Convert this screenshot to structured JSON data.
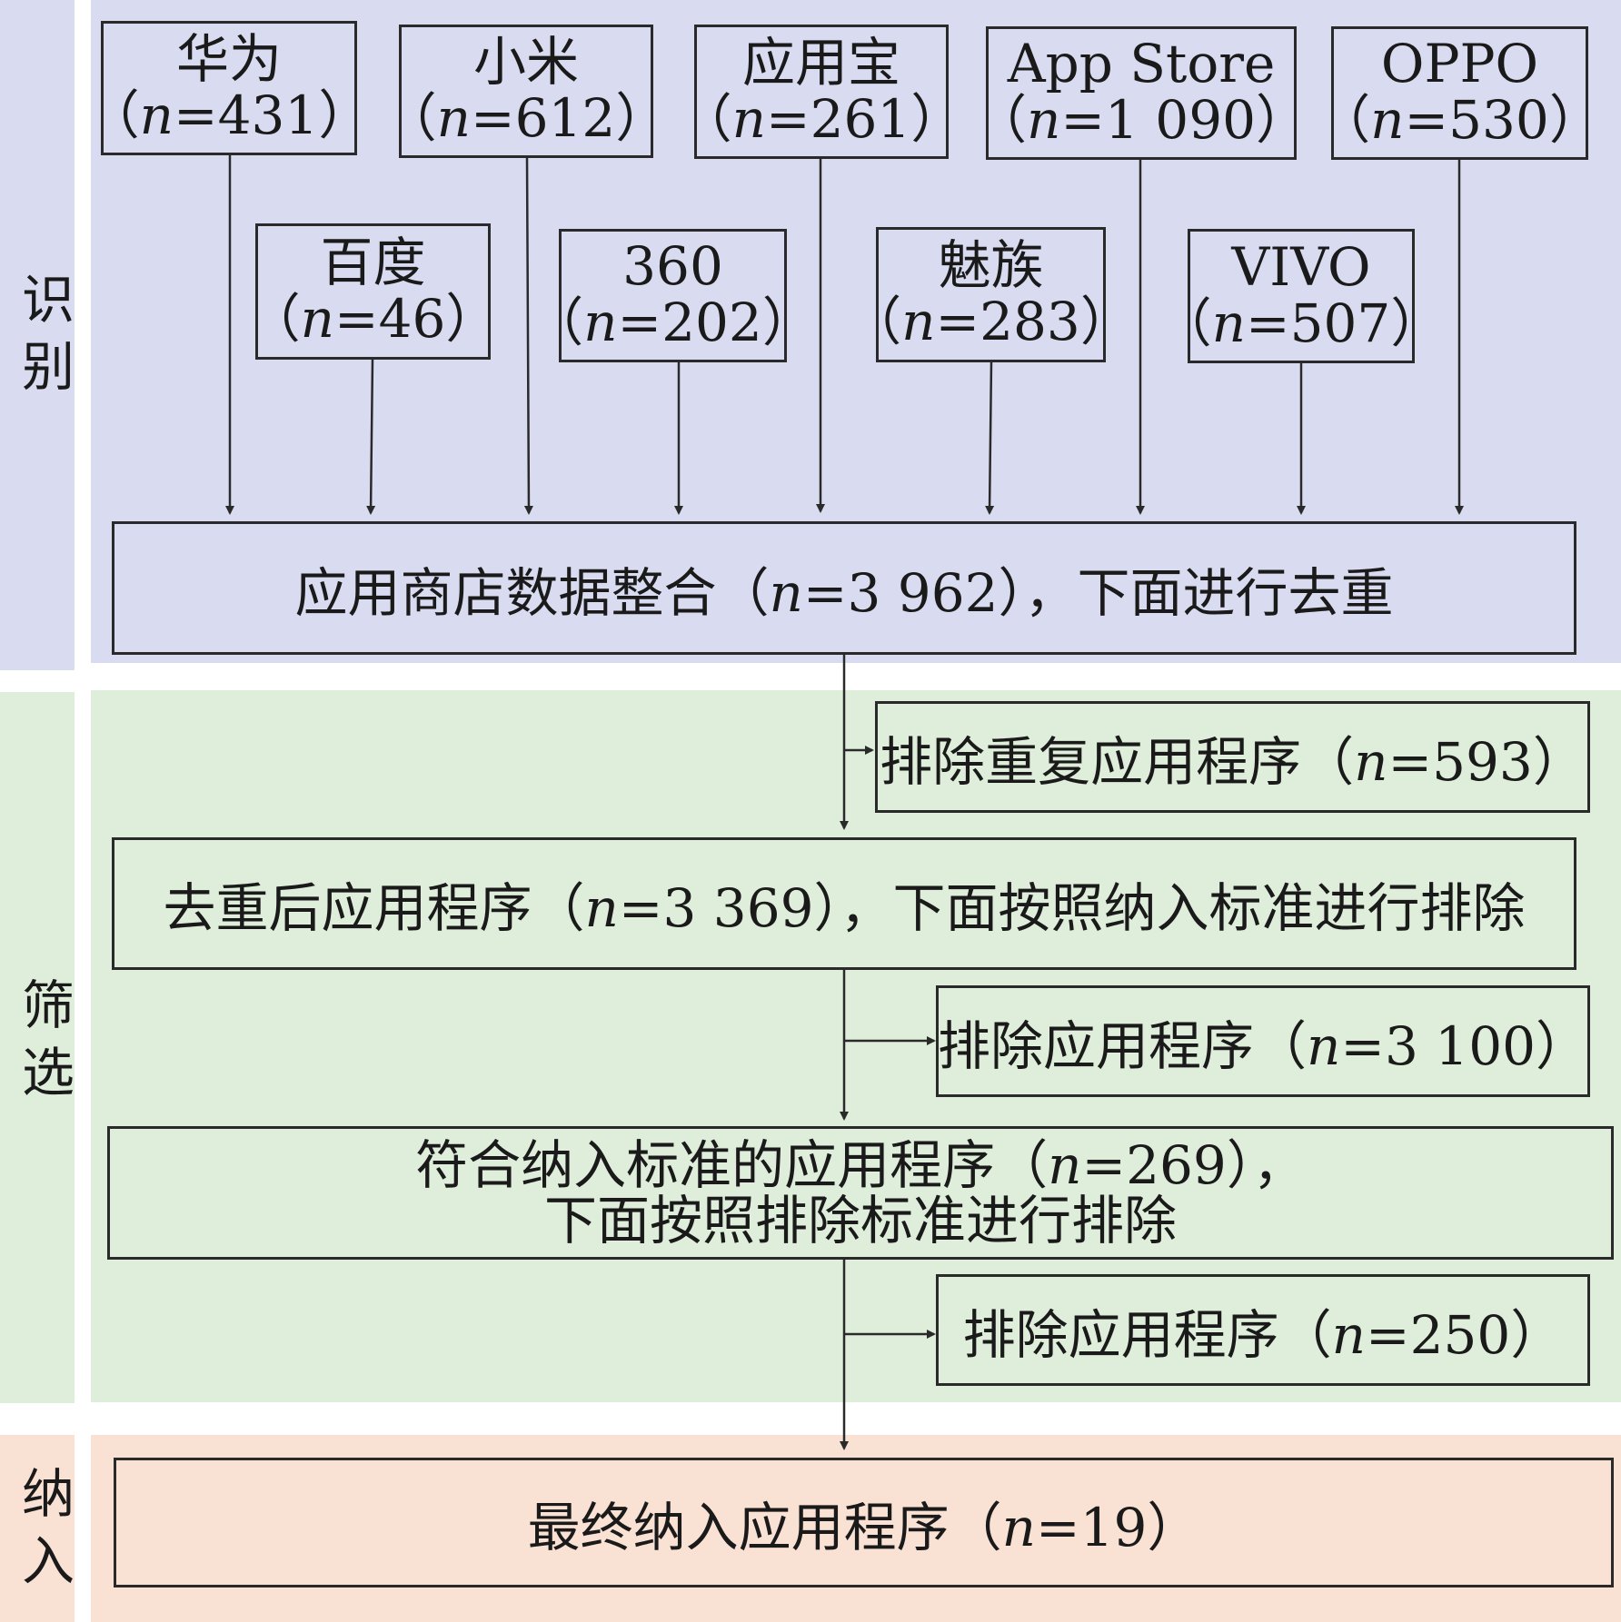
{
  "phases": {
    "identify": "识别",
    "screen": "筛选",
    "include": "纳入"
  },
  "colors": {
    "identify_bg": "#d9dcf0",
    "screen_bg": "#dfeedb",
    "include_bg": "#f9e1d4",
    "border": "#2a2a2a"
  },
  "stores_top": [
    {
      "name": "华为",
      "count": "431"
    },
    {
      "name": "小米",
      "count": "612"
    },
    {
      "name": "应用宝",
      "count": "261"
    },
    {
      "name": "App Store",
      "count": "1 090"
    },
    {
      "name": "OPPO",
      "count": "530"
    }
  ],
  "stores_bottom": [
    {
      "name": "百度",
      "count": "46"
    },
    {
      "name": "360",
      "count": "202"
    },
    {
      "name": "魅族",
      "count": "283"
    },
    {
      "name": "VIVO",
      "count": "507"
    }
  ],
  "steps": {
    "merge": {
      "pre": "应用商店数据整合（",
      "n": "n",
      "post": "=3 962），下面进行去重"
    },
    "exclude_dup": {
      "pre": "排除重复应用程序（",
      "n": "n",
      "post": "=593）"
    },
    "dedup": {
      "pre": "去重后应用程序（",
      "n": "n",
      "post": "=3 369），下面按照纳入标准进行排除"
    },
    "exclude_1": {
      "pre": "排除应用程序（",
      "n": "n",
      "post": "=3 100）"
    },
    "eligible": {
      "line1_pre": "符合纳入标准的应用程序（",
      "n": "n",
      "line1_post": "=269），",
      "line2": "下面按照排除标准进行排除"
    },
    "exclude_2": {
      "pre": "排除应用程序（",
      "n": "n",
      "post": "=250）"
    },
    "final": {
      "pre": "最终纳入应用程序（",
      "n": "n",
      "post": "=19）"
    }
  }
}
